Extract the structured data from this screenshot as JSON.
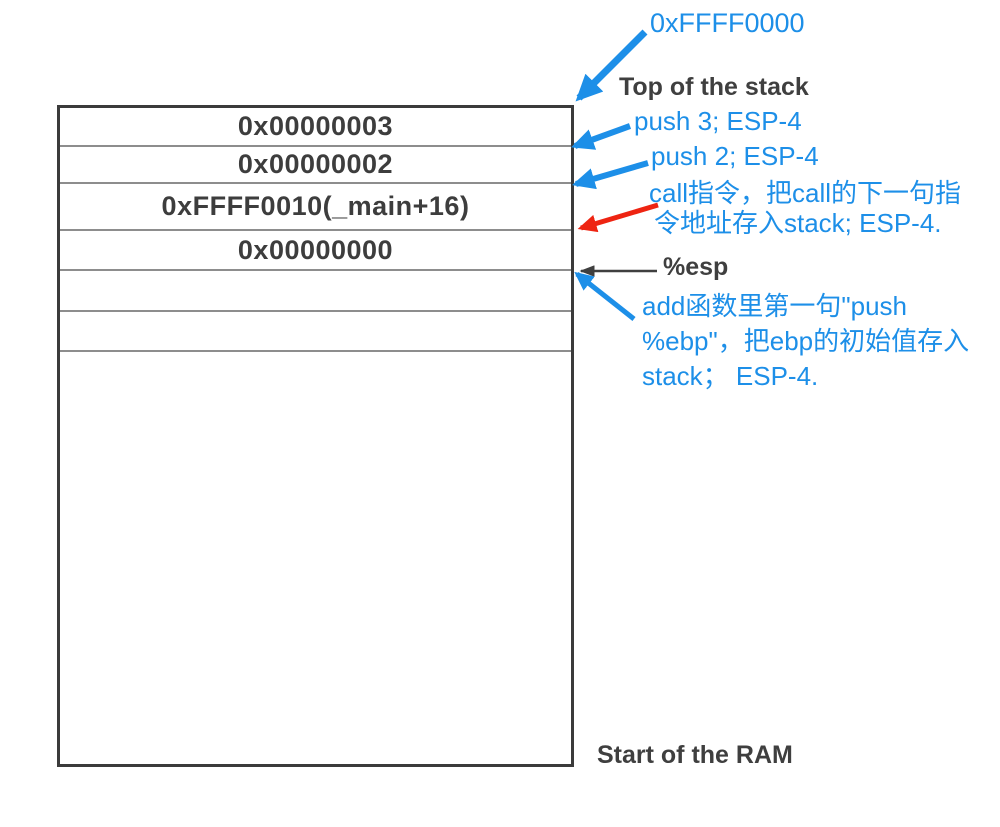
{
  "diagram": {
    "title_note": "stack memory layout during a function call",
    "colors": {
      "annotation_blue": "#1d8fe8",
      "annotation_red": "#ee2412",
      "label_dark": "#3f3f3f",
      "box_border": "#3b3b3b",
      "row_line": "#8d8d8d",
      "background": "#ffffff"
    }
  },
  "stack": {
    "rows": [
      "0x00000003",
      "0x00000002",
      "0xFFFF0010(_main+16)",
      "0x00000000",
      "",
      "",
      ""
    ]
  },
  "annotations": {
    "top_address": "0xFFFF0000",
    "top_of_stack": "Top of the stack",
    "push3": "push 3; ESP-4",
    "push2": "push 2; ESP-4",
    "call_note_line1": "call指令，把call的下一句指",
    "call_note_line2": "令地址存入stack; ESP-4.",
    "esp_label": "%esp",
    "add_note_line1": "add函数里第一句\"push",
    "add_note_line2": "%ebp\"，把ebp的初始值存入",
    "add_note_line3": "stack； ESP-4.",
    "start_of_ram": "Start of the RAM"
  }
}
